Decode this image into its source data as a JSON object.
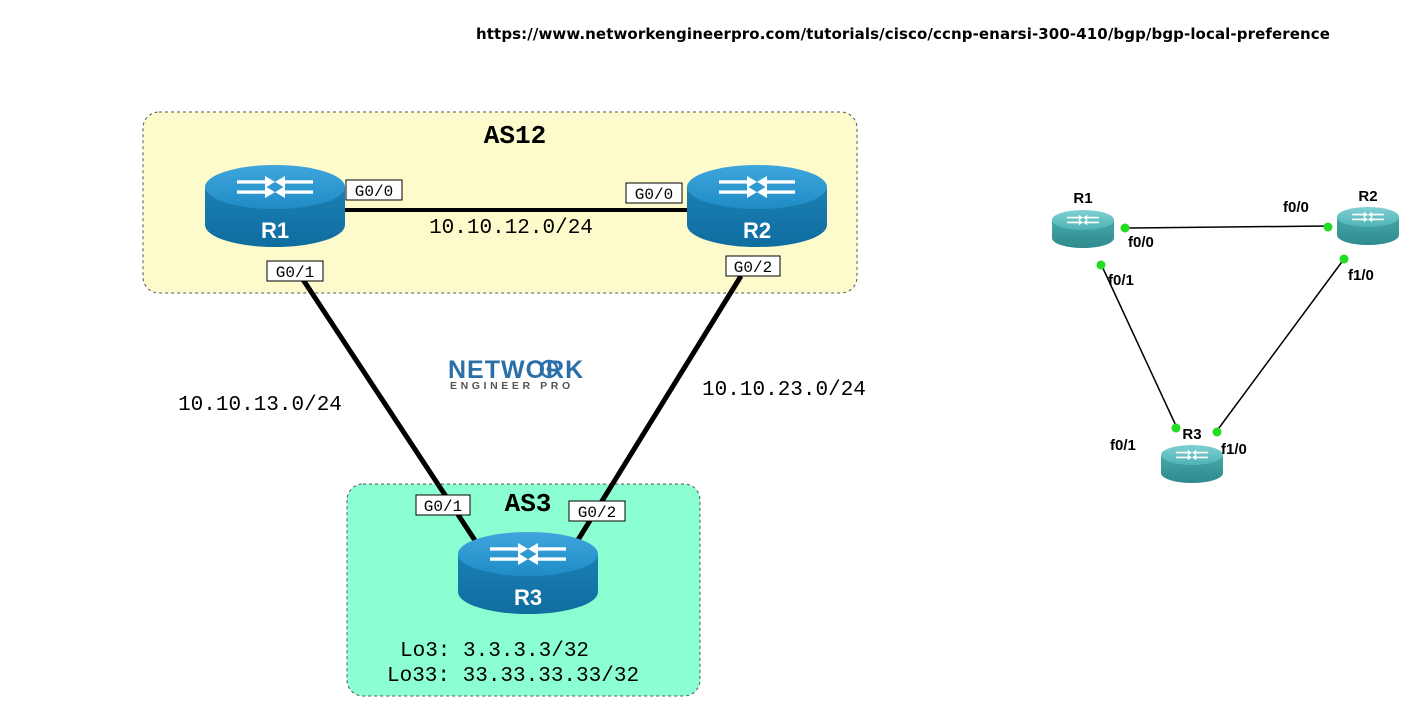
{
  "header": {
    "url": "https://www.networkengineerpro.com/tutorials/cisco/ccnp-enarsi-300-410/bgp/bgp-local-preference"
  },
  "main_topology": {
    "as12": {
      "label": "AS12",
      "color": "#fdfacc"
    },
    "as3": {
      "label": "AS3",
      "color": "#8cffd2"
    },
    "routers": {
      "r1": "R1",
      "r2": "R2",
      "r3": "R3"
    },
    "router_color": "#1a82b8",
    "interfaces": {
      "r1_r2_side": "G0/0",
      "r2_r1_side": "G0/0",
      "r1_r3_side": "G0/1",
      "r2_r3_side": "G0/2",
      "r3_r1_side": "G0/1",
      "r3_r2_side": "G0/2"
    },
    "subnets": {
      "r1_r2": "10.10.12.0/24",
      "r1_r3": "10.10.13.0/24",
      "r2_r3": "10.10.23.0/24"
    },
    "loopbacks": [
      "Lo3: 3.3.3.3/32",
      "Lo33: 33.33.33.33/32"
    ]
  },
  "logo": {
    "line1": "NETWORK",
    "line2": "ENGINEER PRO",
    "color": "#2a6fa8"
  },
  "gns3_topology": {
    "routers": {
      "r1": "R1",
      "r2": "R2",
      "r3": "R3"
    },
    "router_color": "#3fa3a6",
    "link_dot_color": "#22dd22",
    "interfaces": {
      "r1_r2_side": "f0/0",
      "r2_r1_side": "f0/0",
      "r1_r3_side": "f0/1",
      "r2_r3_side": "f1/0",
      "r3_r1_side": "f0/1",
      "r3_r2_side": "f1/0"
    }
  }
}
